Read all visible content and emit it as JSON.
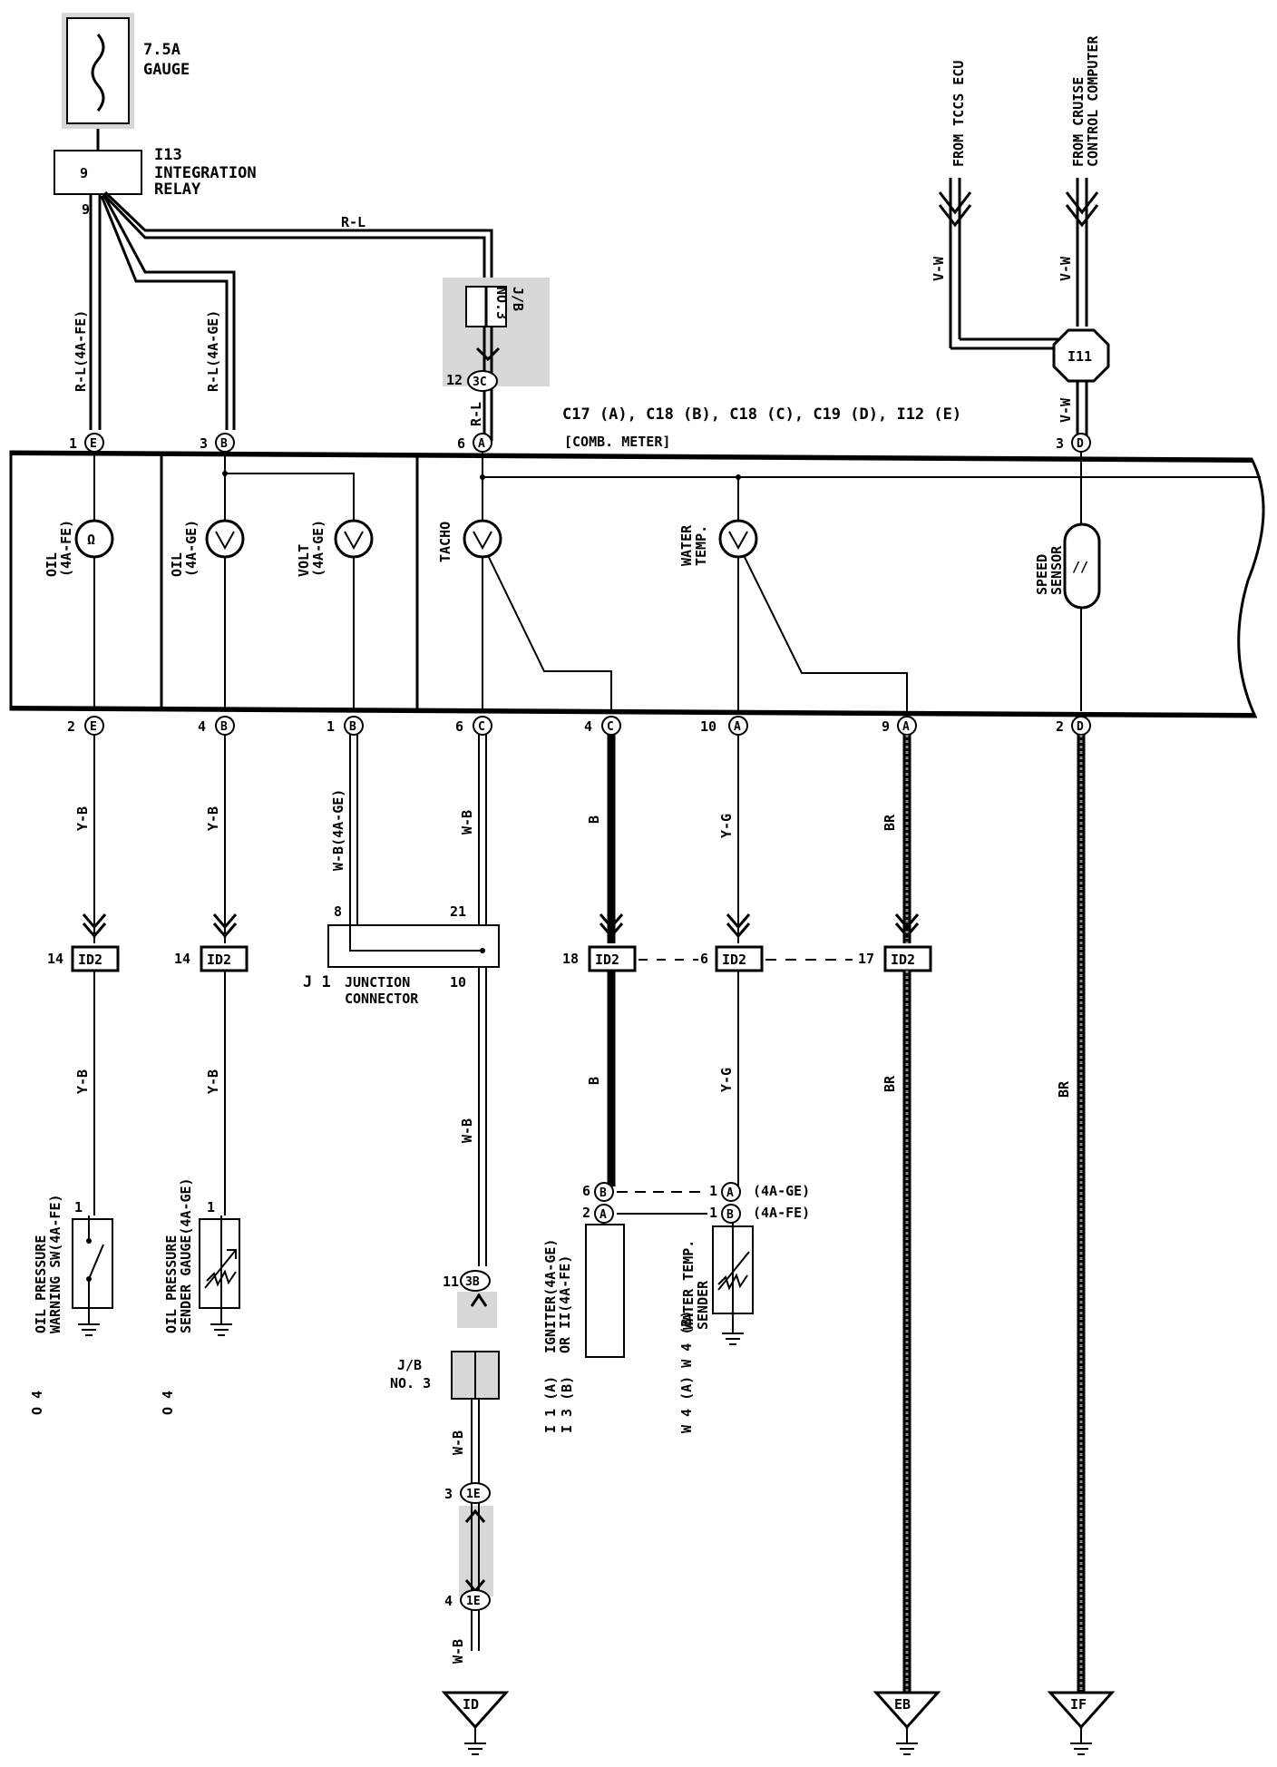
{
  "diagram": {
    "fuse": {
      "label": "7.5A",
      "name": "GAUGE"
    },
    "relay": {
      "id": "I13",
      "line1": "INTEGRATION",
      "line2": "RELAY",
      "pin": "9"
    },
    "sources": {
      "tccs": "FROM TCCS ECU",
      "cruise_line1": "FROM CRUISE",
      "cruise_line2": "CONTROL COMPUTER"
    },
    "junction_i11": "I11",
    "jb_top": {
      "line1": "J/B",
      "line2": "NO.3",
      "conn_pin": "12",
      "conn": "3C"
    },
    "combo_meter": {
      "connectors": "C17 (A), C18 (B), C18 (C), C19 (D), I12 (E)",
      "conn_list": [
        {
          "id": "C17",
          "letter": "A"
        },
        {
          "id": "C18",
          "letter": "B"
        },
        {
          "id": "C18",
          "letter": "C"
        },
        {
          "id": "C19",
          "letter": "D"
        },
        {
          "id": "I12",
          "letter": "E"
        }
      ],
      "name": "[COMB. METER]"
    },
    "gauges": [
      {
        "l1": "OIL",
        "l2": "(4A-FE)",
        "sym": "Ω"
      },
      {
        "l1": "OIL",
        "l2": "(4A-GE)",
        "sym": "Y"
      },
      {
        "l1": "VOLT",
        "l2": "(4A-GE)",
        "sym": "Y"
      },
      {
        "l1": "TACHO",
        "l2": "",
        "sym": "Y"
      },
      {
        "l1": "WATER",
        "l2": "TEMP.",
        "sym": "Y"
      },
      {
        "l1": "SPEED",
        "l2": "SENSOR",
        "sym": "//"
      }
    ],
    "top_pins": [
      {
        "pin": "1",
        "letter": "E",
        "wire": "R-L(4A-FE)"
      },
      {
        "pin": "3",
        "letter": "B",
        "wire": "R-L(4A-GE)"
      },
      {
        "pin": "6",
        "letter": "A",
        "wire": "R-L"
      },
      {
        "pin": "3",
        "letter": "D",
        "wire": "V-W"
      }
    ],
    "wire_rl_top": "R-L",
    "wire_vw": "V-W",
    "bottom_pins": [
      {
        "pin": "2",
        "letter": "E",
        "wire": "Y-B"
      },
      {
        "pin": "4",
        "letter": "B",
        "wire": "Y-B"
      },
      {
        "pin": "1",
        "letter": "B",
        "wire": "W-B(4A-GE)"
      },
      {
        "pin": "6",
        "letter": "C",
        "wire": "W-B"
      },
      {
        "pin": "4",
        "letter": "C",
        "wire": "B"
      },
      {
        "pin": "10",
        "letter": "A",
        "wire": "Y-G"
      },
      {
        "pin": "9",
        "letter": "A",
        "wire": "BR"
      },
      {
        "pin": "2",
        "letter": "D",
        "wire": "BR"
      }
    ],
    "id2": {
      "label": "ID2",
      "pins": [
        "14",
        "14",
        "18",
        "6",
        "17"
      ]
    },
    "junction_connector": {
      "id": "J 1",
      "line1": "JUNCTION",
      "line2": "CONNECTOR",
      "pin_a": "8",
      "pin_b": "21",
      "pin_c": "10"
    },
    "lower_wires": [
      "Y-B",
      "Y-B",
      "W-B",
      "B",
      "Y-G",
      "BR",
      "BR"
    ],
    "oil_sw": {
      "pin": "1",
      "l1": "OIL PRESSURE",
      "l2": "WARNING SW(4A-FE)",
      "code": "O 4"
    },
    "oil_sender": {
      "pin": "1",
      "l1": "OIL PRESSURE",
      "l2": "SENDER GAUGE(4A-GE)",
      "code": "O 4"
    },
    "igniter": {
      "pin_b": "6",
      "pin_a": "2",
      "l1": "IGNITER(4A-GE)",
      "l2": "OR II(4A-FE)",
      "code1": "I 1 (A)",
      "code2": "I 3 (B)"
    },
    "water_sender": {
      "pin_a": "1",
      "pin_b": "1",
      "eng_a": "(4A-GE)",
      "eng_b": "(4A-FE)",
      "l1": "WATER TEMP.",
      "l2": "SENDER",
      "code": "W 4 (A)  W 4 (B)"
    },
    "jb_bottom": {
      "line1": "J/B",
      "line2": "NO. 3",
      "pin_top": "11",
      "conn_top": "3B",
      "pin_mid": "3",
      "conn_mid": "1E",
      "pin_low": "4",
      "conn_low": "1E",
      "wire": "W-B"
    },
    "grounds": [
      "ID",
      "EB",
      "IF"
    ]
  }
}
